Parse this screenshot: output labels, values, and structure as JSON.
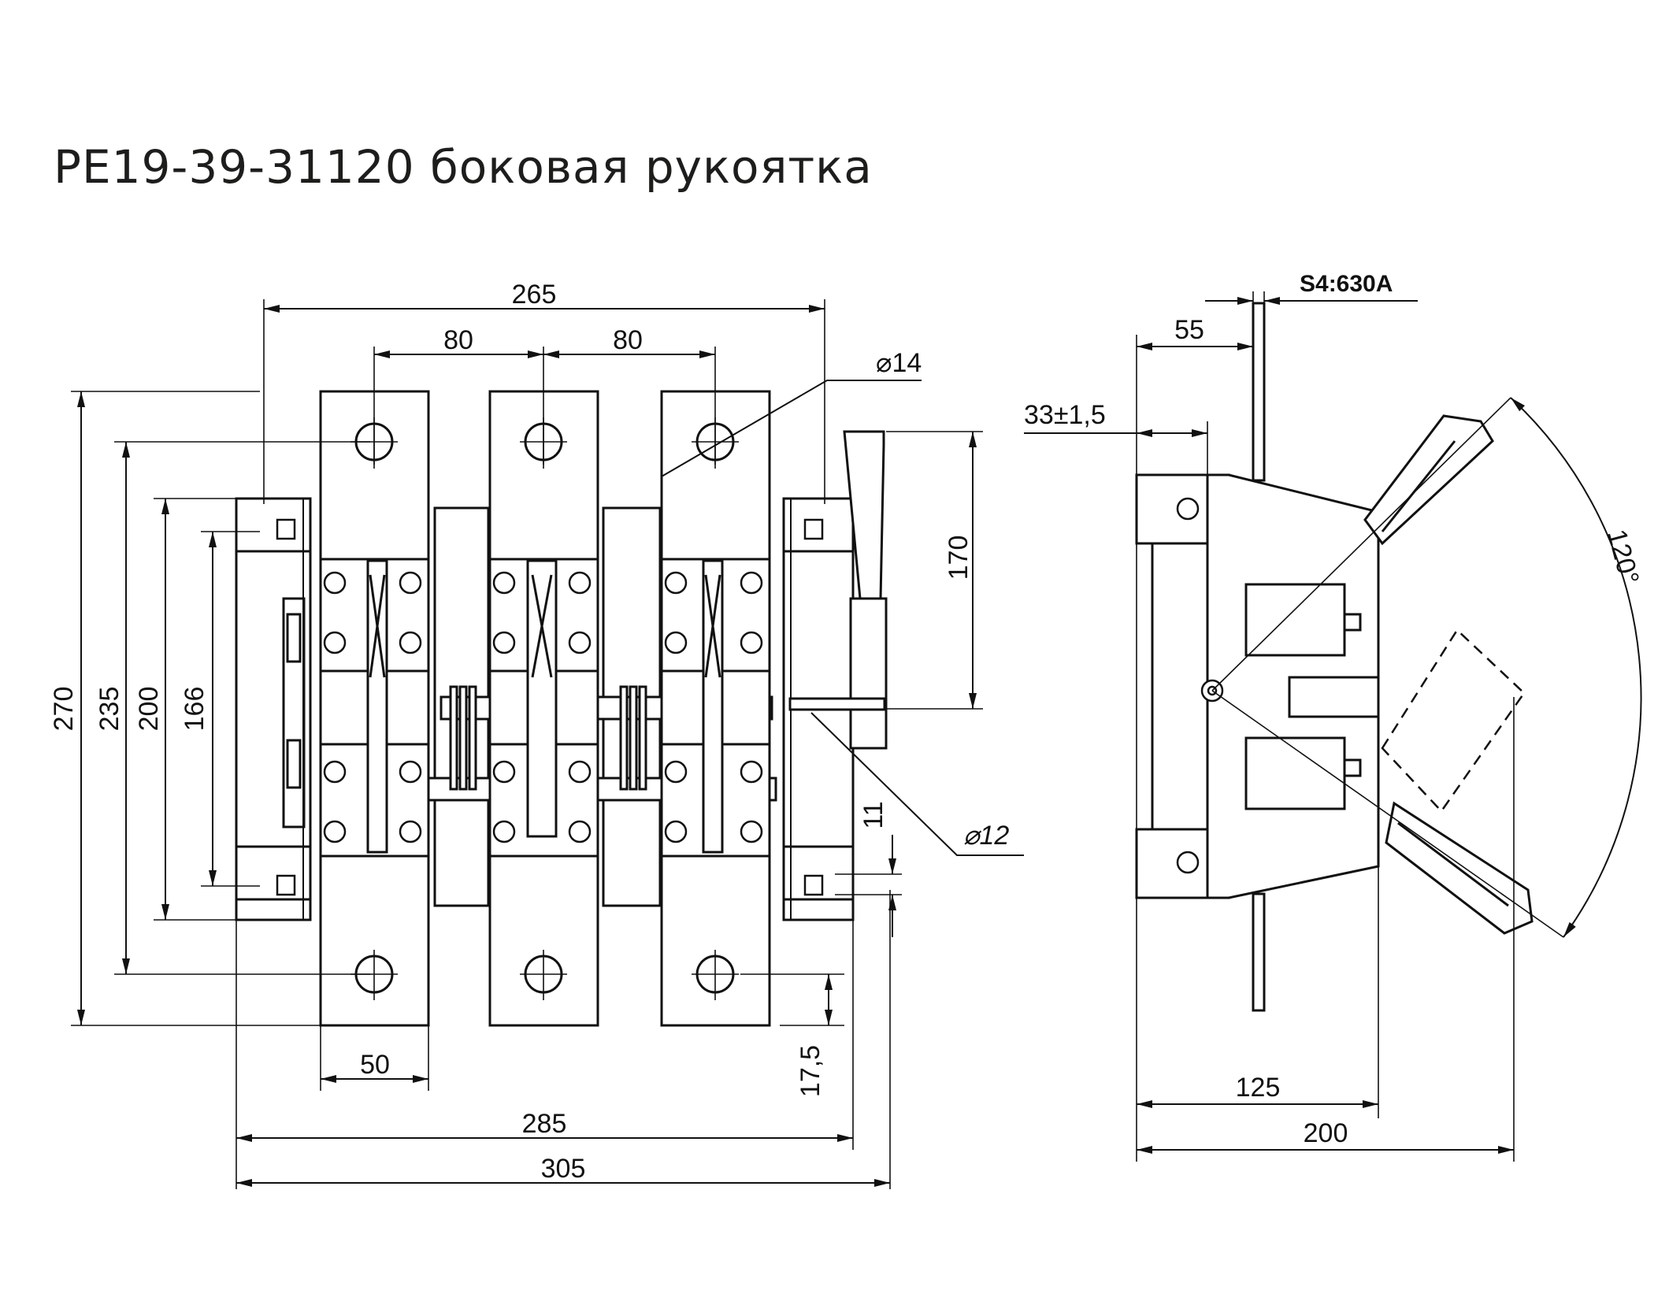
{
  "title": "РЕ19-39-31120 боковая рукоятка",
  "front_view": {
    "dim_265": "265",
    "dim_80_left": "80",
    "dim_80_right": "80",
    "dim_hole_d14": "⌀14",
    "dim_170": "170",
    "dim_270": "270",
    "dim_235": "235",
    "dim_200": "200",
    "dim_166": "166",
    "dim_11": "11",
    "dim_hole_d12": "⌀12",
    "dim_50": "50",
    "dim_17_5": "17,5",
    "dim_285": "285",
    "dim_305": "305"
  },
  "side_view": {
    "dim_s4": "S4:630A",
    "dim_55": "55",
    "dim_33": "33±1,5",
    "dim_120deg": "120°",
    "dim_125": "125",
    "dim_200": "200"
  }
}
